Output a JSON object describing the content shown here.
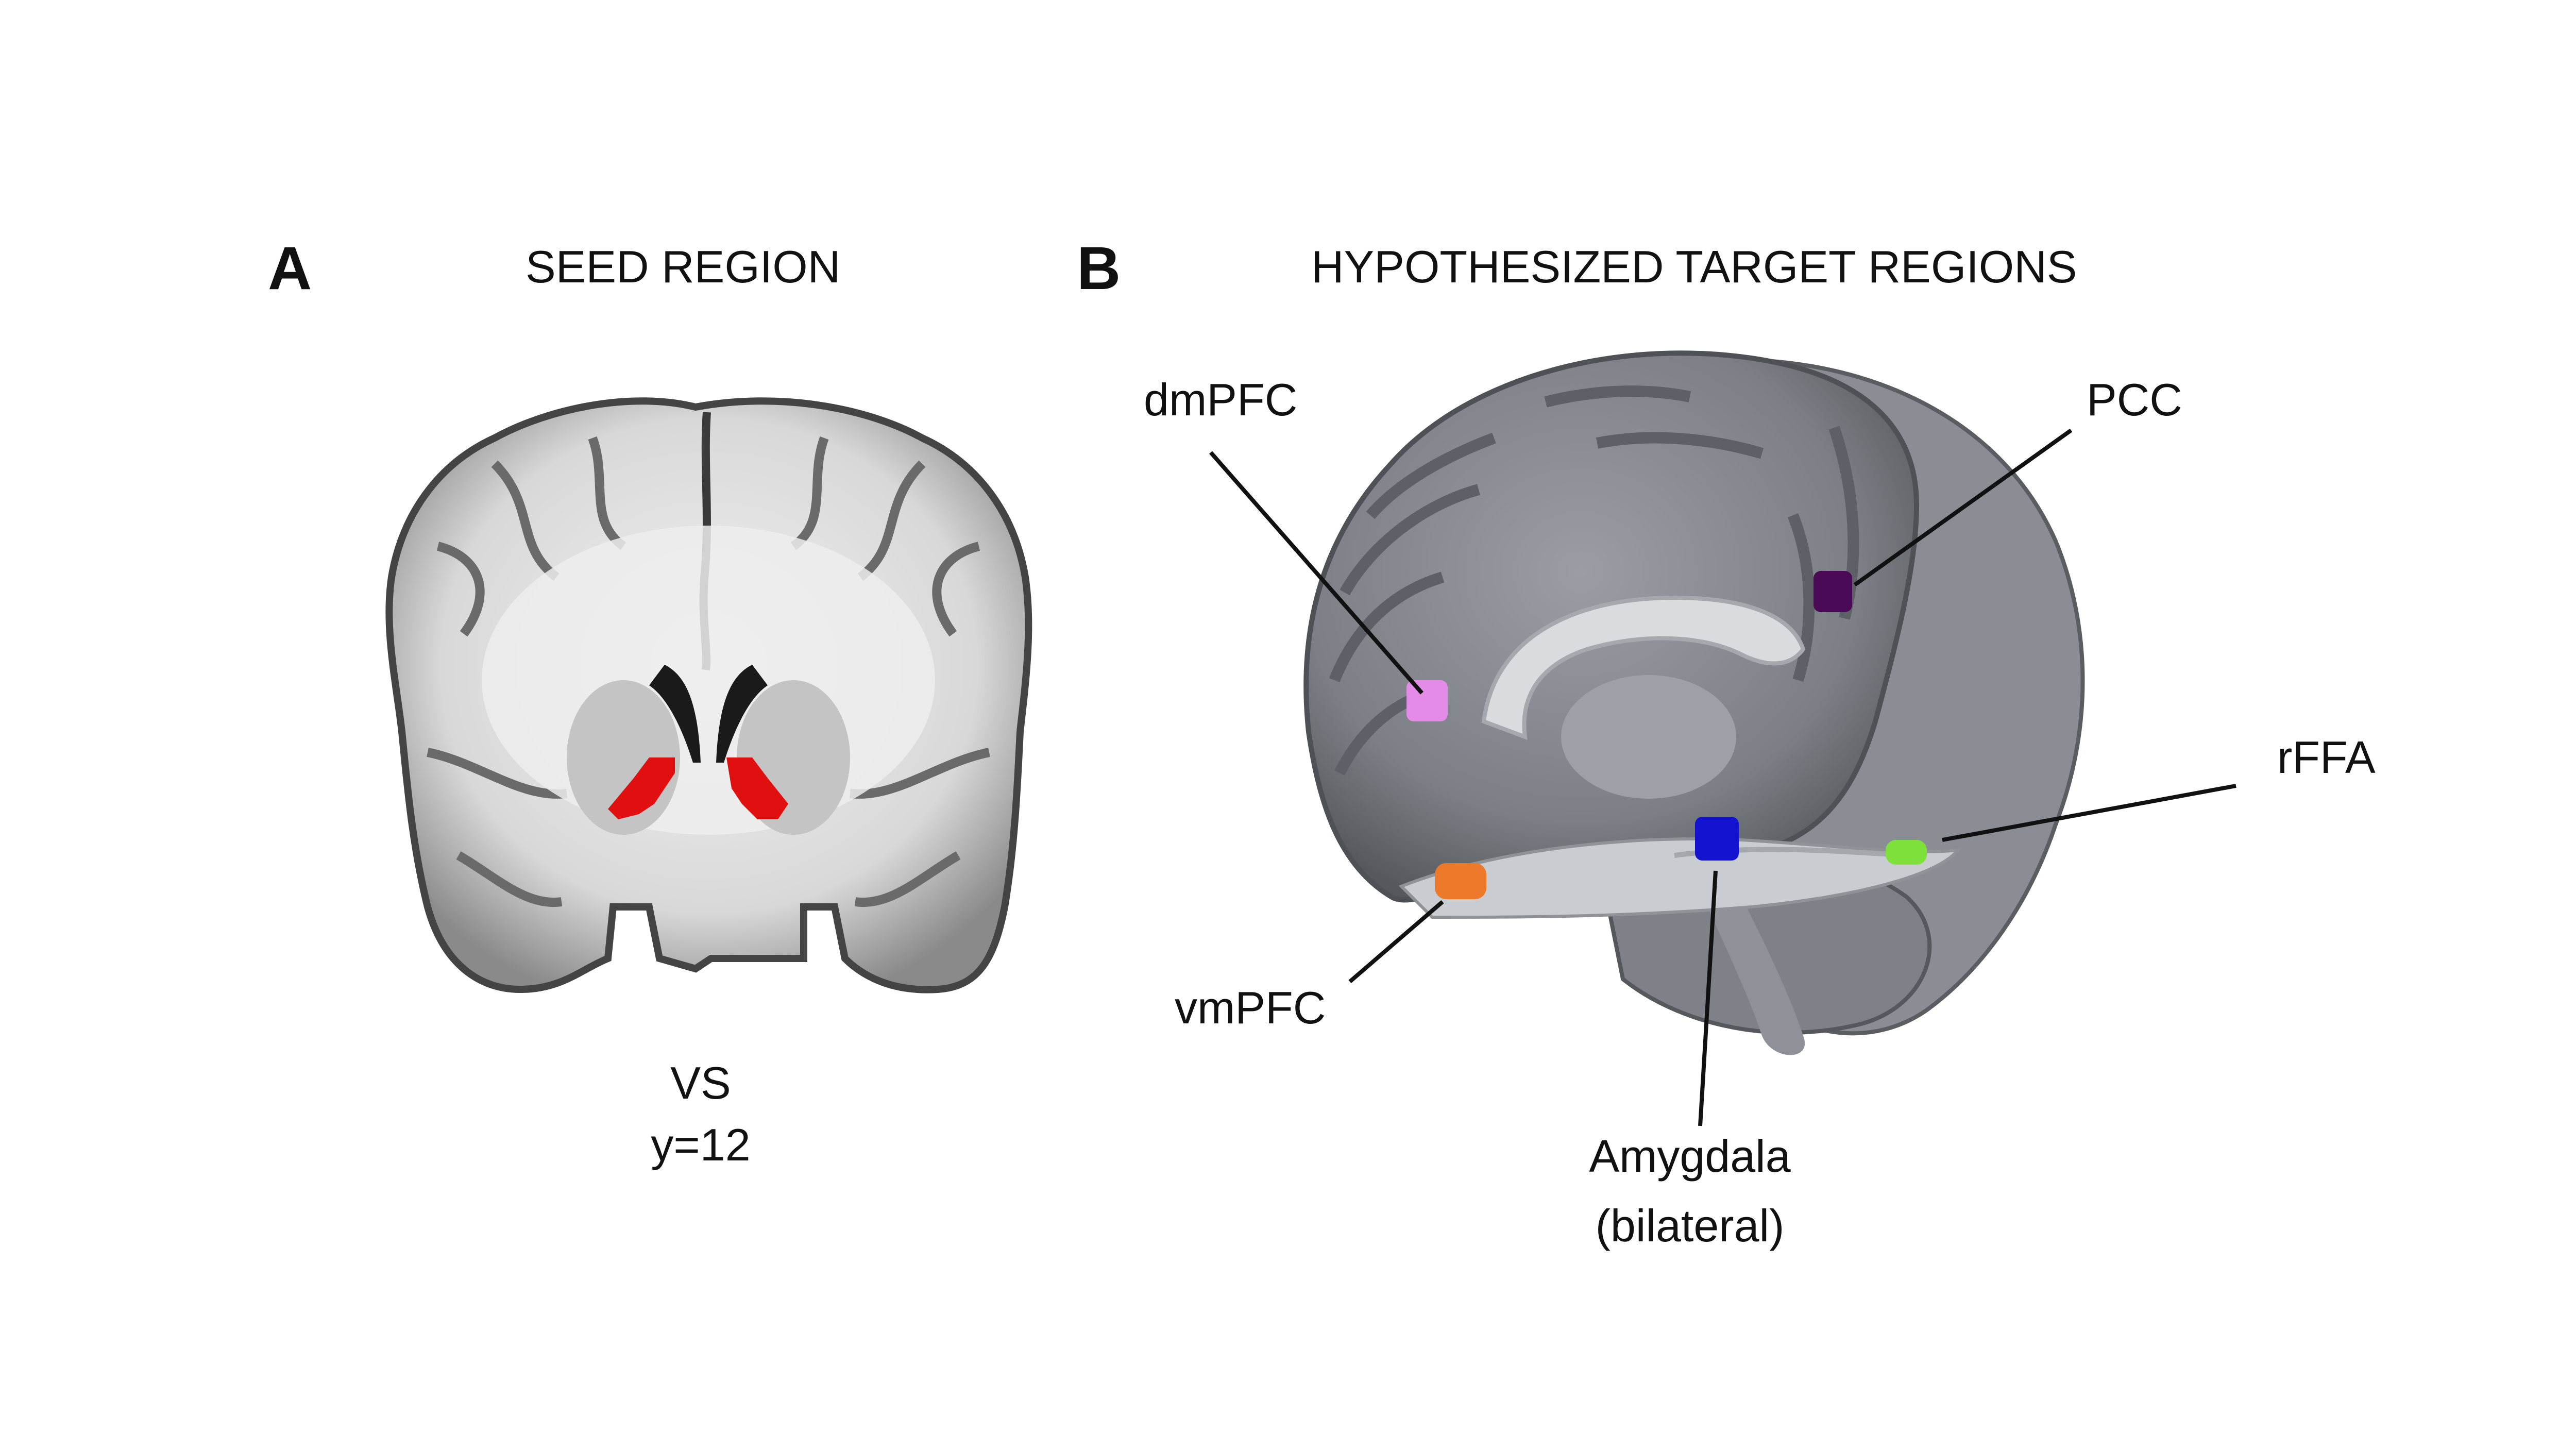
{
  "panels": [
    {
      "letter": "A",
      "title": "SEED REGION",
      "view": "coronal",
      "seed": {
        "name": "VS",
        "slice": "y=12",
        "color": "#e01010"
      }
    },
    {
      "letter": "B",
      "title": "HYPOTHESIZED TARGET REGIONS",
      "view": "sagittal",
      "targets": [
        {
          "name": "dmPFC",
          "color": "#e48be8"
        },
        {
          "name": "PCC",
          "color": "#4a0a55"
        },
        {
          "name": "rFFA",
          "color": "#7ee03a"
        },
        {
          "name": "vmPFC",
          "color": "#ec7a2a"
        },
        {
          "name": "Amygdala",
          "name_line2": "(bilateral)",
          "color": "#1414d0"
        }
      ]
    }
  ]
}
